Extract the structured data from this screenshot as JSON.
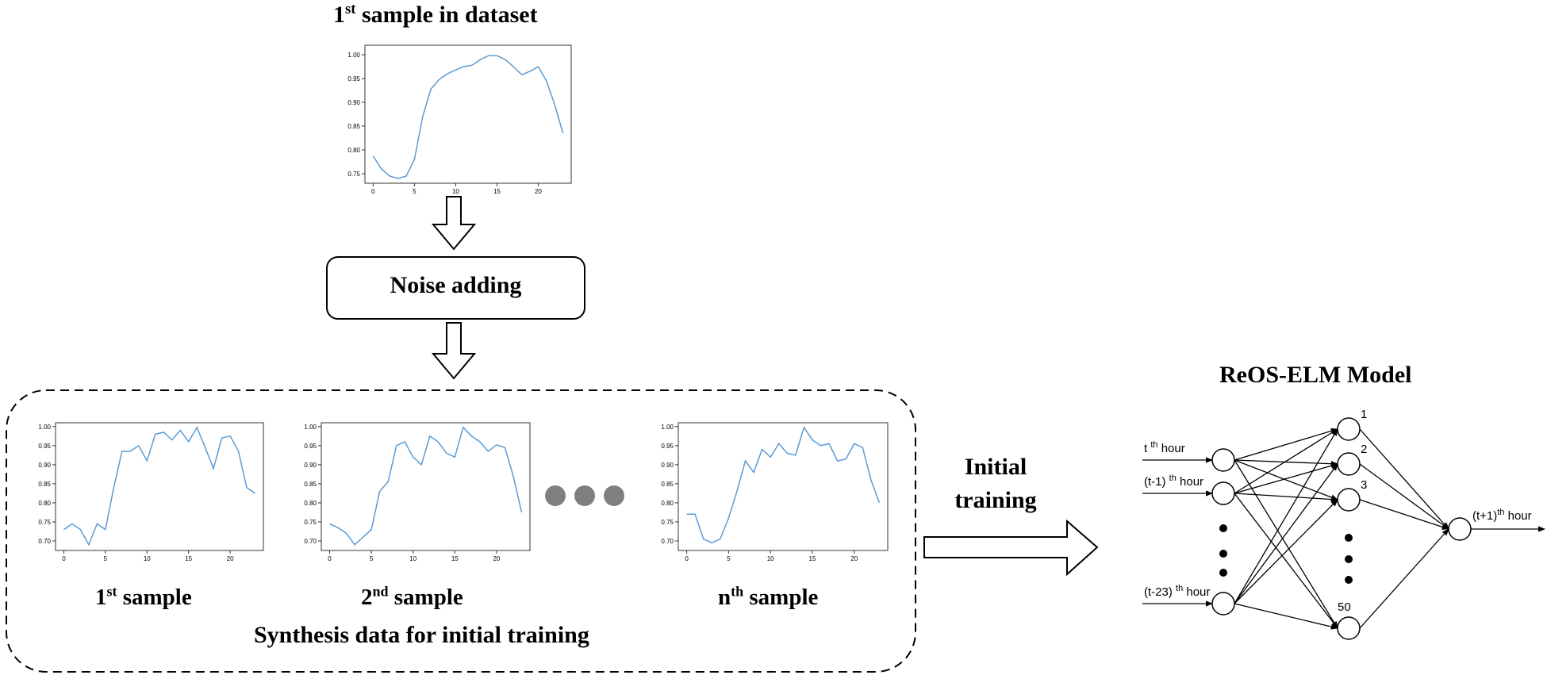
{
  "top_title": {
    "main": "sample in dataset",
    "ordinal_num": "1",
    "ordinal_sup": "st"
  },
  "noise_step": {
    "label": "Noise adding"
  },
  "synthesis": {
    "caption": "Synthesis data for initial training",
    "samples": [
      {
        "num": "1",
        "sup": "st",
        "word": "sample"
      },
      {
        "num": "2",
        "sup": "nd",
        "word": "sample"
      },
      {
        "num": "n",
        "sup": "th",
        "word": "sample"
      }
    ]
  },
  "training": {
    "line1": "Initial",
    "line2": "training"
  },
  "model": {
    "title": "ReOS-ELM Model",
    "inputs": [
      {
        "pre": "t",
        "sup": "th",
        "post": "hour"
      },
      {
        "pre": "(t-1)",
        "sup": "th",
        "post": "hour"
      },
      {
        "pre": "(t-23)",
        "sup": "th",
        "post": "hour"
      }
    ],
    "hidden_labels": [
      "1",
      "2",
      "3",
      "50"
    ],
    "output": {
      "pre": "(t+1)",
      "sup": "th",
      "post": "hour"
    }
  },
  "colors": {
    "line": "#5b9bd5",
    "dots": "#7f7f7f",
    "frame": "#000000"
  },
  "chart_data": [
    {
      "type": "line",
      "name": "top",
      "x": [
        0,
        1,
        2,
        3,
        4,
        5,
        6,
        7,
        8,
        9,
        10,
        11,
        12,
        13,
        14,
        15,
        16,
        17,
        18,
        19,
        20,
        21,
        22,
        23
      ],
      "y": [
        0.787,
        0.76,
        0.745,
        0.74,
        0.745,
        0.78,
        0.87,
        0.928,
        0.948,
        0.96,
        0.968,
        0.975,
        0.978,
        0.99,
        0.998,
        0.998,
        0.99,
        0.975,
        0.958,
        0.965,
        0.975,
        0.945,
        0.895,
        0.835
      ],
      "ylim": [
        0.73,
        1.02
      ],
      "xlim": [
        -1,
        24
      ],
      "yticks": [
        "0.75",
        "0.80",
        "0.85",
        "0.90",
        "0.95",
        "1.00"
      ],
      "xticks": [
        "0",
        "5",
        "10",
        "15",
        "20"
      ]
    },
    {
      "type": "line",
      "name": "sample1",
      "x": [
        0,
        1,
        2,
        3,
        4,
        5,
        6,
        7,
        8,
        9,
        10,
        11,
        12,
        13,
        14,
        15,
        16,
        17,
        18,
        19,
        20,
        21,
        22,
        23
      ],
      "y": [
        0.73,
        0.745,
        0.73,
        0.69,
        0.745,
        0.73,
        0.84,
        0.935,
        0.935,
        0.95,
        0.91,
        0.98,
        0.985,
        0.965,
        0.99,
        0.96,
        0.998,
        0.945,
        0.89,
        0.97,
        0.975,
        0.935,
        0.84,
        0.825
      ],
      "ylim": [
        0.675,
        1.01
      ],
      "xlim": [
        -1,
        24
      ],
      "yticks": [
        "0.70",
        "0.75",
        "0.80",
        "0.85",
        "0.90",
        "0.95",
        "1.00"
      ],
      "xticks": [
        "0",
        "5",
        "10",
        "15",
        "20"
      ]
    },
    {
      "type": "line",
      "name": "sample2",
      "x": [
        0,
        1,
        2,
        3,
        4,
        5,
        6,
        7,
        8,
        9,
        10,
        11,
        12,
        13,
        14,
        15,
        16,
        17,
        18,
        19,
        20,
        21,
        22,
        23
      ],
      "y": [
        0.745,
        0.735,
        0.72,
        0.69,
        0.71,
        0.73,
        0.83,
        0.855,
        0.95,
        0.96,
        0.92,
        0.9,
        0.975,
        0.96,
        0.93,
        0.92,
        0.998,
        0.975,
        0.96,
        0.935,
        0.952,
        0.945,
        0.87,
        0.775
      ],
      "ylim": [
        0.675,
        1.01
      ],
      "xlim": [
        -1,
        24
      ],
      "yticks": [
        "0.70",
        "0.75",
        "0.80",
        "0.85",
        "0.90",
        "0.95",
        "1.00"
      ],
      "xticks": [
        "0",
        "5",
        "10",
        "15",
        "20"
      ]
    },
    {
      "type": "line",
      "name": "samplen",
      "x": [
        0,
        1,
        2,
        3,
        4,
        5,
        6,
        7,
        8,
        9,
        10,
        11,
        12,
        13,
        14,
        15,
        16,
        17,
        18,
        19,
        20,
        21,
        22,
        23
      ],
      "y": [
        0.77,
        0.77,
        0.705,
        0.695,
        0.705,
        0.76,
        0.83,
        0.91,
        0.88,
        0.94,
        0.92,
        0.955,
        0.93,
        0.925,
        0.998,
        0.965,
        0.95,
        0.955,
        0.91,
        0.915,
        0.955,
        0.945,
        0.86,
        0.8
      ],
      "ylim": [
        0.675,
        1.01
      ],
      "xlim": [
        -1,
        24
      ],
      "yticks": [
        "0.70",
        "0.75",
        "0.80",
        "0.85",
        "0.90",
        "0.95",
        "1.00"
      ],
      "xticks": [
        "0",
        "5",
        "10",
        "15",
        "20"
      ]
    }
  ]
}
